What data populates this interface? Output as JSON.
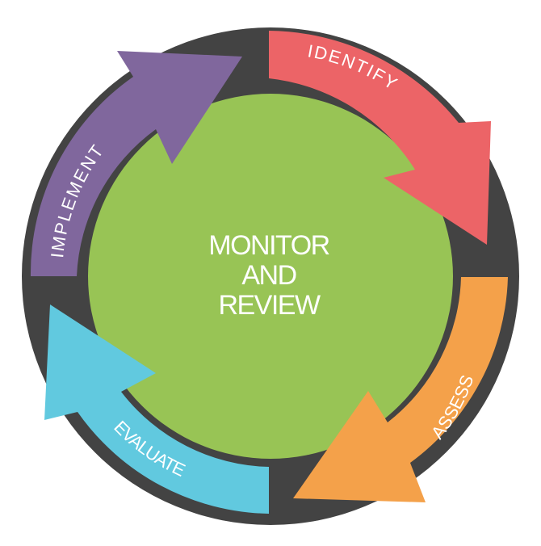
{
  "diagram": {
    "title_lines": [
      "MONITOR",
      "AND",
      "REVIEW"
    ],
    "colors": {
      "ring": "#434343",
      "center": "#98c455",
      "text": "#ffffff"
    },
    "stages": [
      {
        "id": "identify",
        "label": "IDENTIFY",
        "color": "#ec6467"
      },
      {
        "id": "assess",
        "label": "ASSESS",
        "color": "#f4a14a"
      },
      {
        "id": "evaluate",
        "label": "EVALUATE",
        "color": "#61c9df"
      },
      {
        "id": "implement",
        "label": "IMPLEMENT",
        "color": "#80679d"
      }
    ],
    "flow_direction": "clockwise"
  }
}
